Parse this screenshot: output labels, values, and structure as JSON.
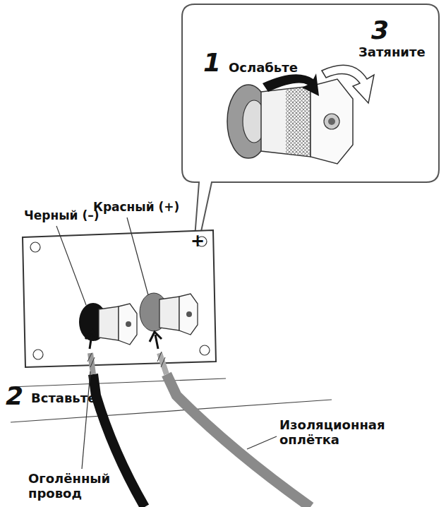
{
  "diagram": {
    "nodes": [
      {
        "text": [
          "1",
          "Ослабьте",
          "3",
          "Затяните"
        ]
      }
    ],
    "labels": [
      "Черный (–)",
      "Красный (+)",
      "+",
      "2",
      "Вставьте",
      "Изоляционная оплётка",
      "Оголённый провод"
    ]
  }
}
